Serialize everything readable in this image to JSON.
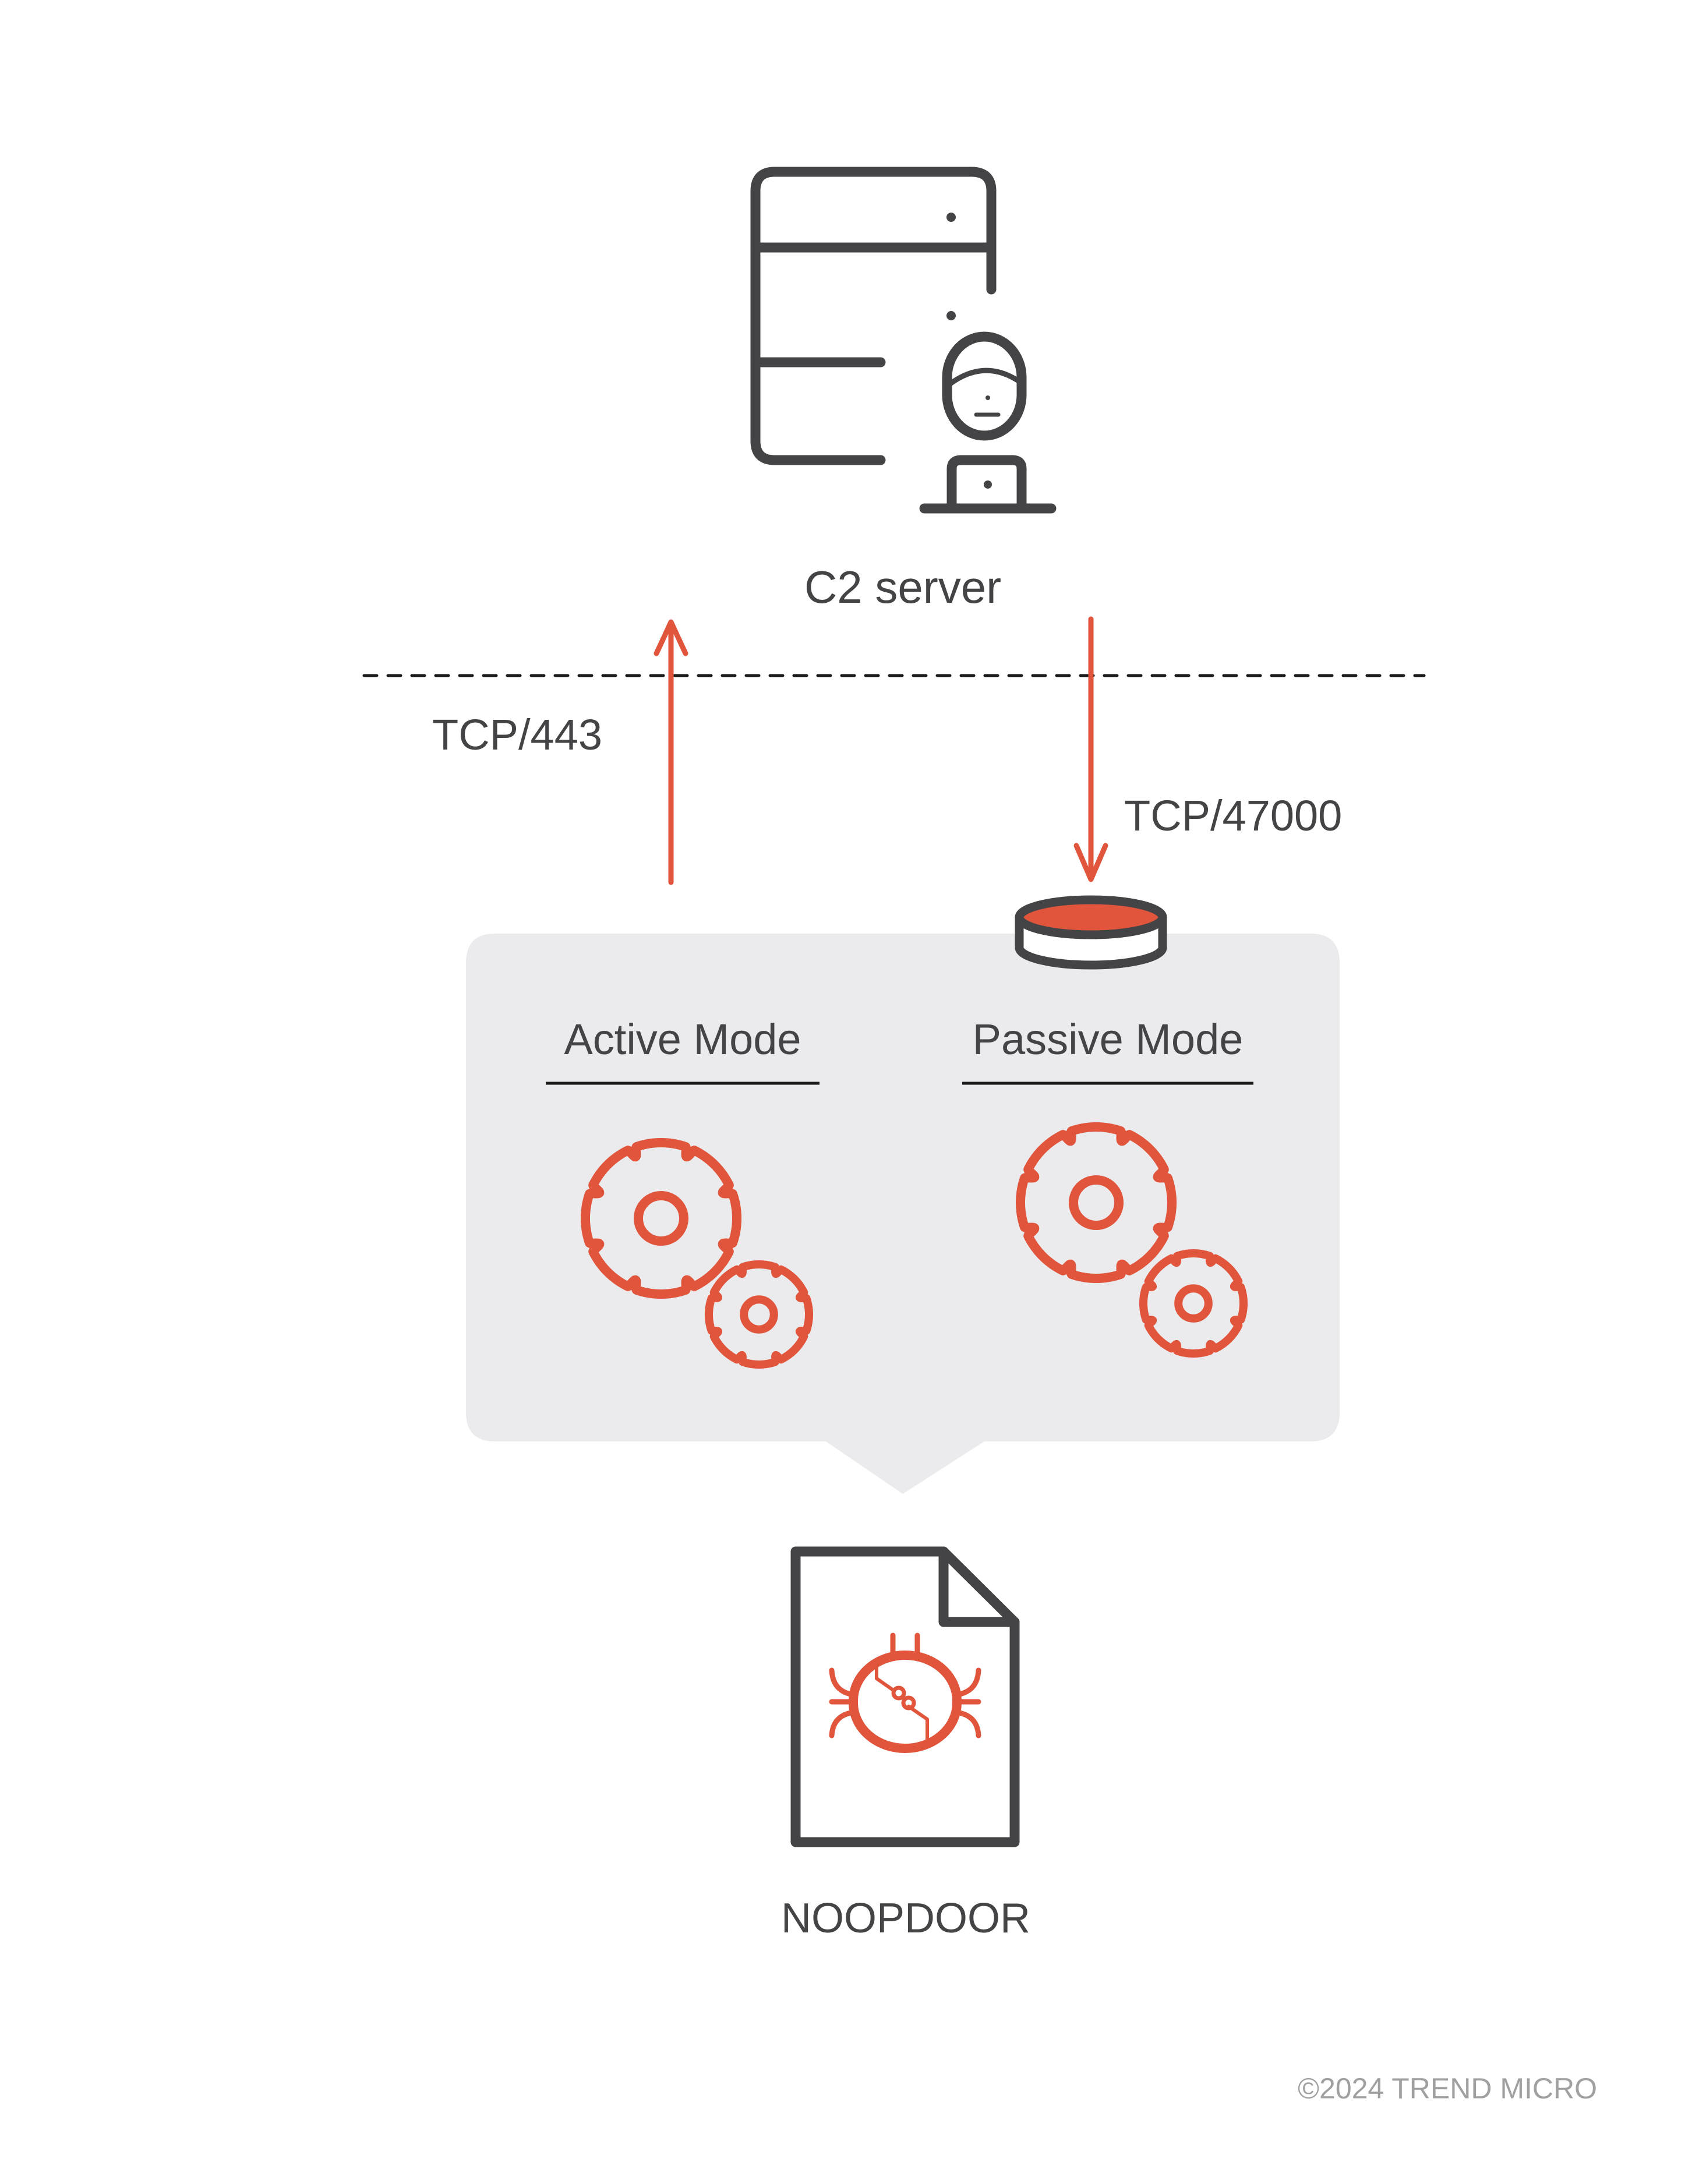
{
  "diagram": {
    "c2_server": {
      "label": "C2 server",
      "icon": "server-with-operator-icon"
    },
    "boundary": {
      "style": "dashed"
    },
    "connections": [
      {
        "label": "TCP/443",
        "direction": "up",
        "from": "Active Mode",
        "to": "C2 server"
      },
      {
        "label": "TCP/47000",
        "direction": "down",
        "from": "C2 server",
        "to": "Passive Mode"
      }
    ],
    "listener": {
      "icon": "listening-port-icon"
    },
    "modes": [
      {
        "label": "Active Mode",
        "icon": "gears-icon"
      },
      {
        "label": "Passive Mode",
        "icon": "gears-icon"
      }
    ],
    "malware": {
      "label": "NOOPDOOR",
      "icon": "file-bug-icon"
    },
    "copyright": "©2024 TREND MICRO"
  },
  "colors": {
    "accent": "#e0553b",
    "icon_stroke": "#444446",
    "panel": "#ebebed",
    "footer_text": "#a0a0a0",
    "dash_line": "#1a1a1a"
  }
}
